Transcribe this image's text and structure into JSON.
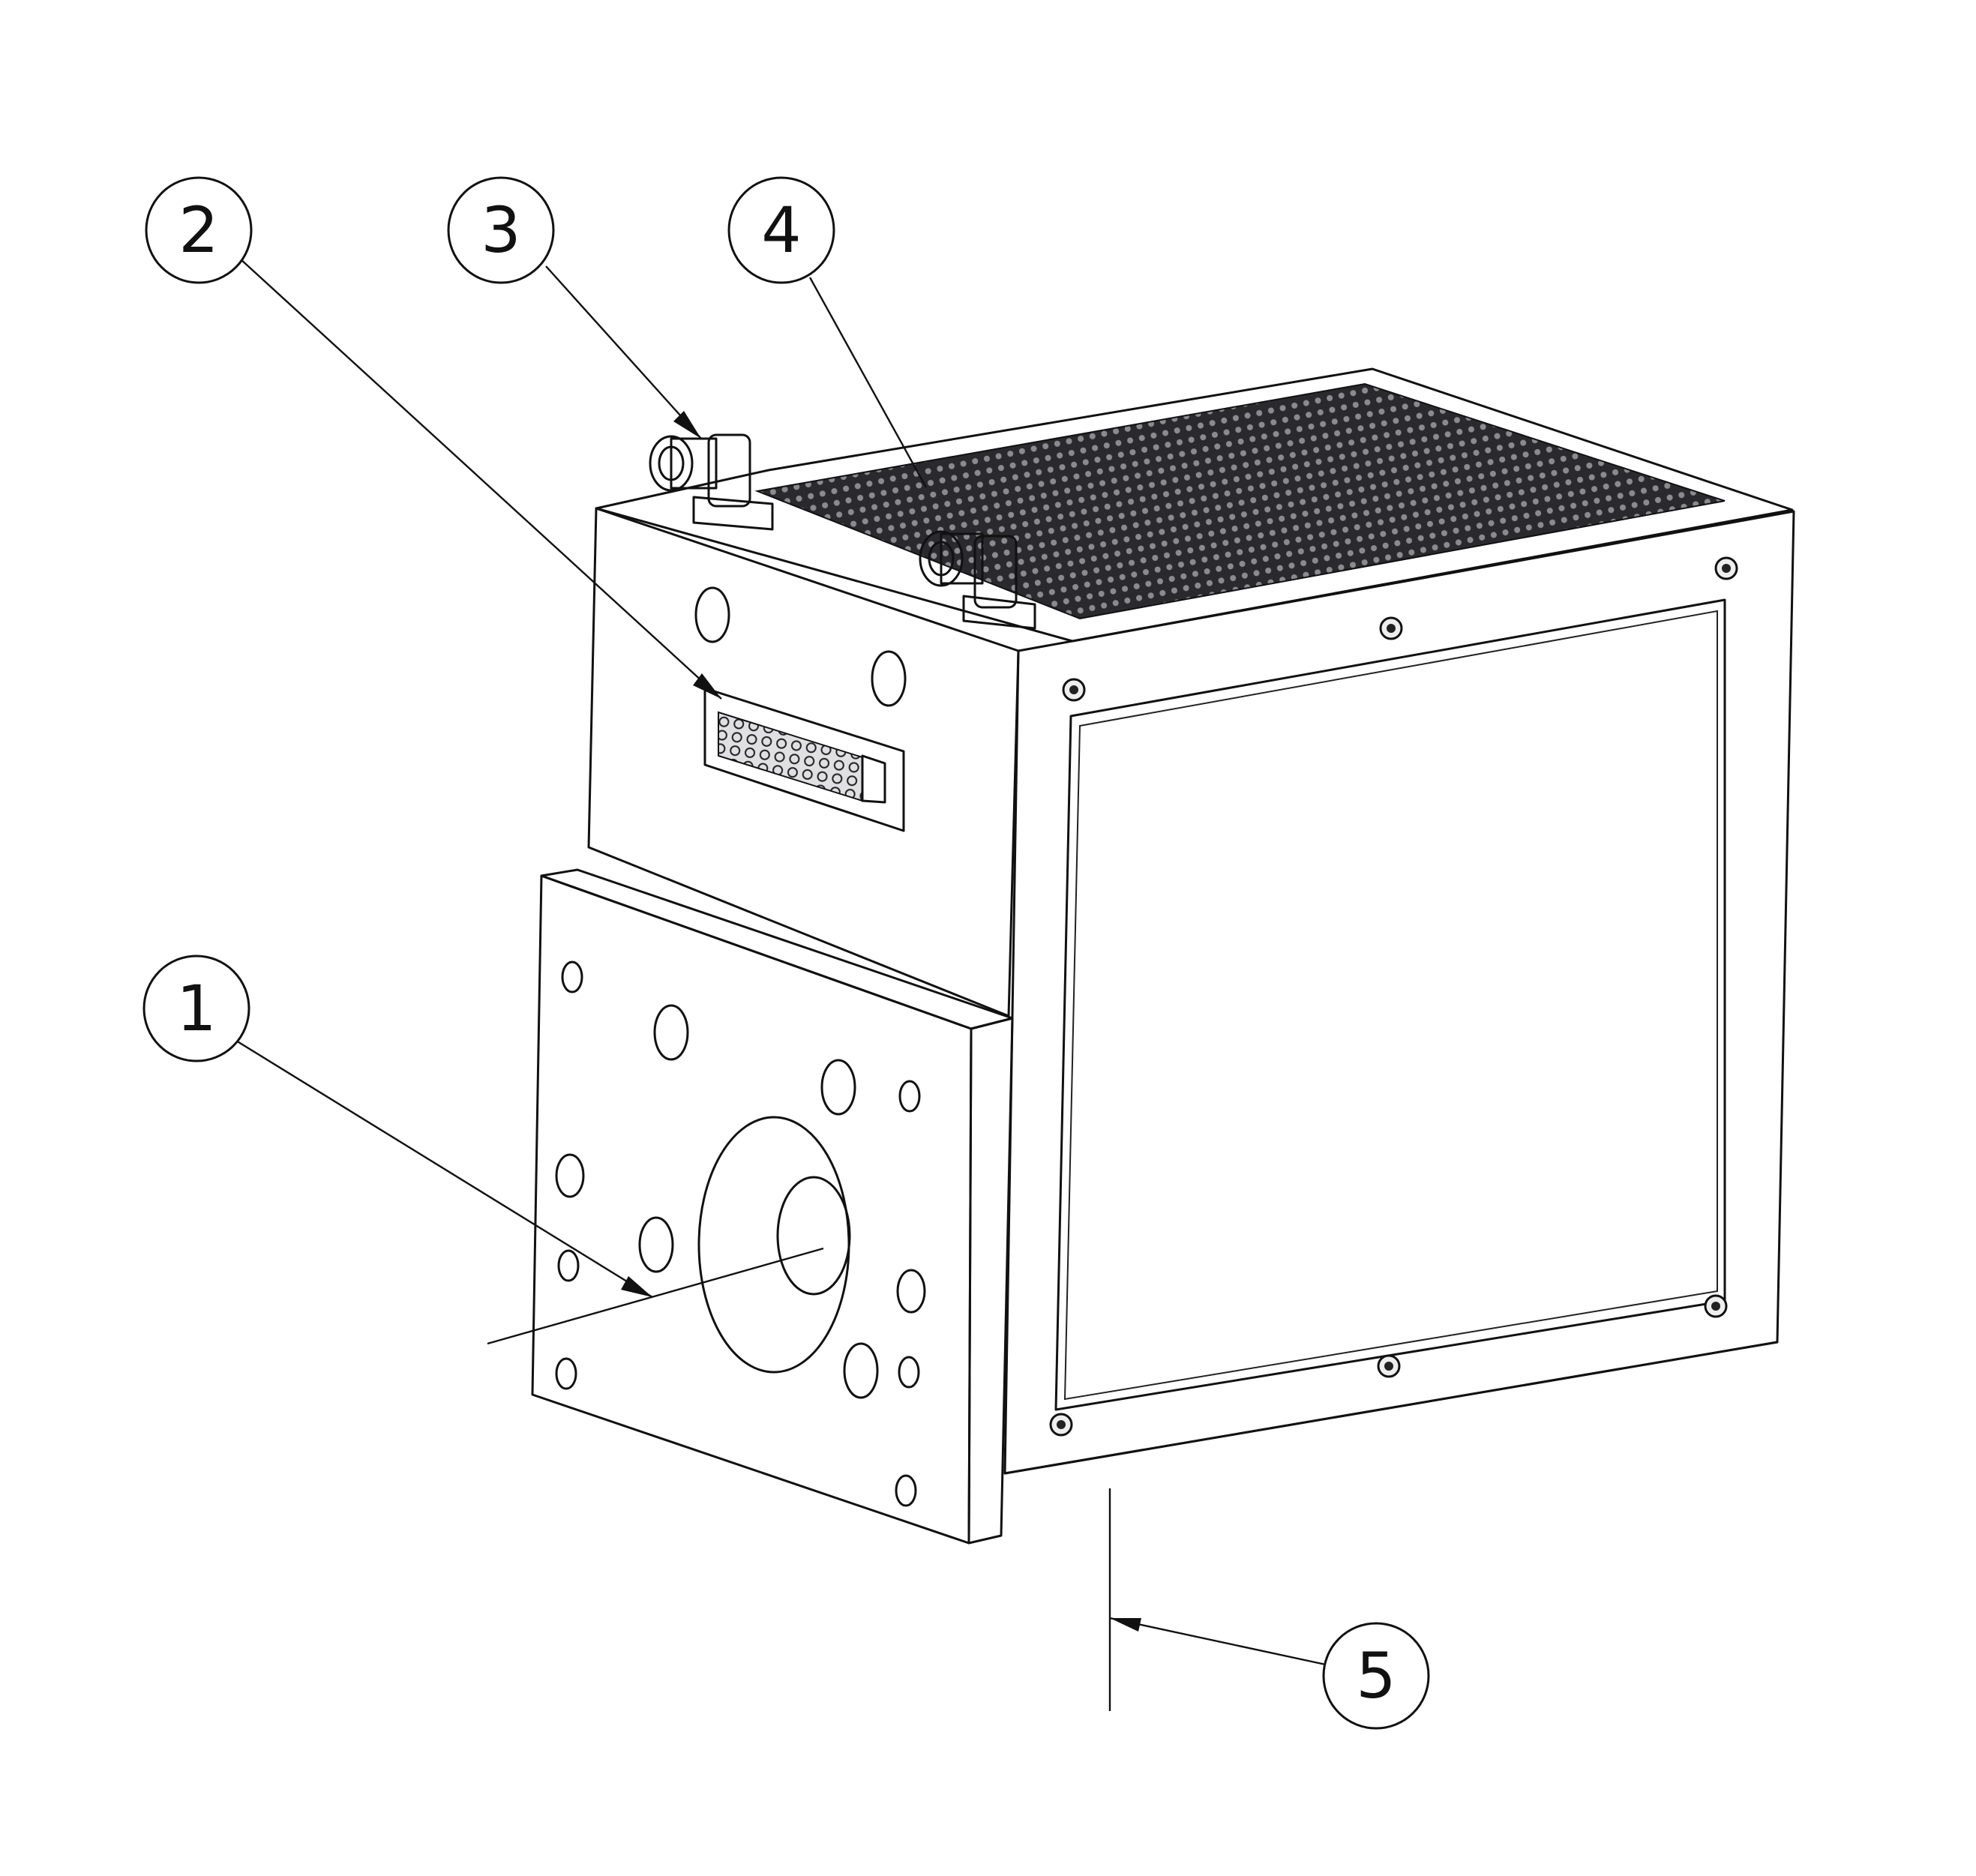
{
  "callouts": [
    {
      "id": "1",
      "label": "1",
      "part": "mounting-plate"
    },
    {
      "id": "2",
      "label": "2",
      "part": "connector"
    },
    {
      "id": "3",
      "label": "3",
      "part": "fitting-left"
    },
    {
      "id": "4",
      "label": "4",
      "part": "fitting-right"
    },
    {
      "id": "5",
      "label": "5",
      "part": "base"
    }
  ],
  "colors": {
    "line": "#111111",
    "face_light": "#e4e4e7",
    "face_mid": "#d2d2d6",
    "face_dark": "#b9b9bf",
    "window": "#c4c4c9"
  }
}
